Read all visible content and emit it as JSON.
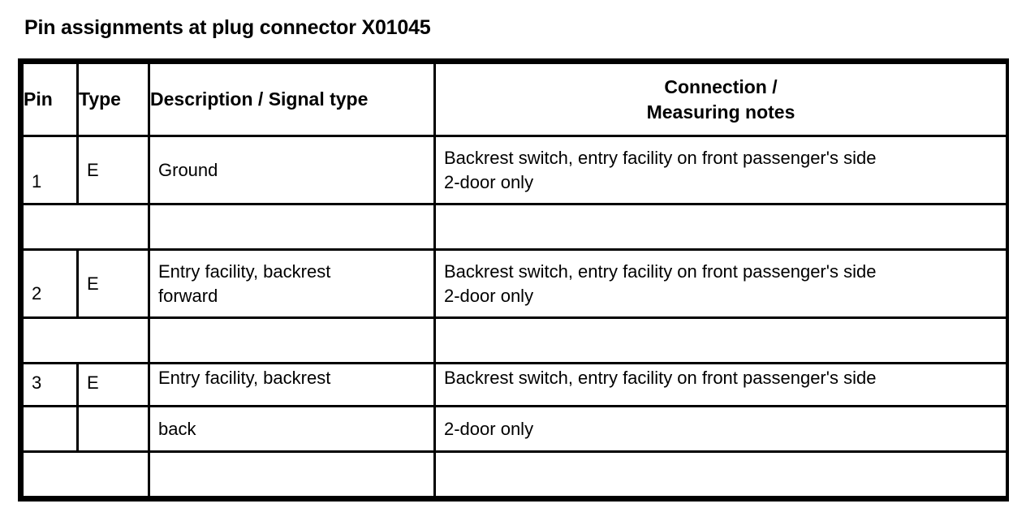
{
  "document": {
    "title": "Pin assignments at plug connector X01045"
  },
  "table": {
    "columns": [
      {
        "key": "pin",
        "header": "Pin"
      },
      {
        "key": "type",
        "header": "Type"
      },
      {
        "key": "desc",
        "header": "Description / Signal type"
      },
      {
        "key": "conn",
        "header_line1": "Connection /",
        "header_line2": "Measuring notes"
      }
    ],
    "rows": [
      {
        "kind": "data",
        "pin": "1",
        "type": "E",
        "desc": "Ground",
        "conn": "Backrest switch, entry facility on front passenger's side\n2-door only"
      },
      {
        "kind": "spacer",
        "pin": "",
        "type": "",
        "desc": "",
        "conn": ""
      },
      {
        "kind": "data",
        "pin": "2",
        "type": "E",
        "desc": "Entry facility, backrest\nforward",
        "conn": "Backrest switch, entry facility on front passenger's side\n2-door only"
      },
      {
        "kind": "spacer",
        "pin": "",
        "type": "",
        "desc": "",
        "conn": ""
      },
      {
        "kind": "clipped",
        "pin": "3",
        "type": "E",
        "desc": "Entry facility, backrest",
        "conn": "Backrest switch, entry facility on front passenger's side"
      },
      {
        "kind": "continuation",
        "pin": "",
        "type": "",
        "desc": "back",
        "conn": "2-door only"
      },
      {
        "kind": "spacer",
        "pin": "",
        "type": "",
        "desc": "",
        "conn": ""
      }
    ]
  },
  "colors": {
    "background": "#ffffff",
    "text": "#000000",
    "border": "#000000"
  }
}
